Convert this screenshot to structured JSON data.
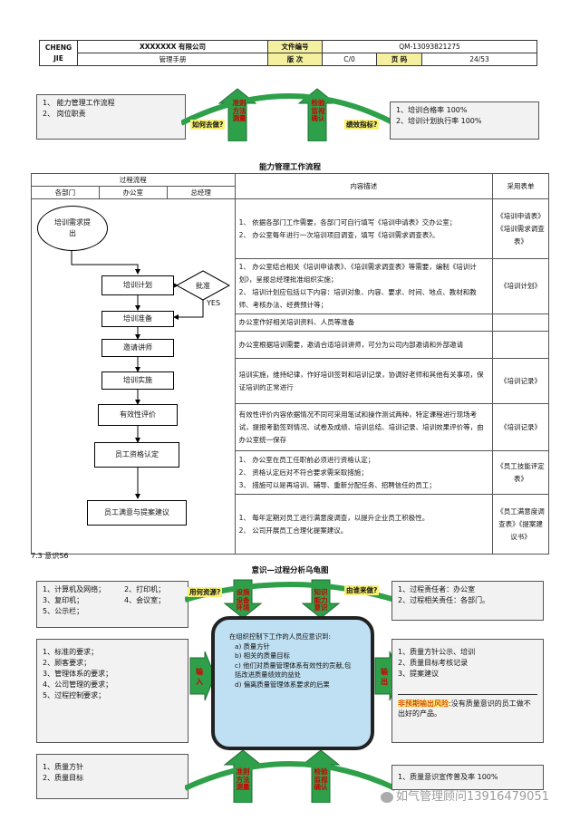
{
  "header": {
    "logo1": "CHENG",
    "logo2": "JIE",
    "company": "XXXXXXX 有限公司",
    "doc_no_label": "文件编号",
    "doc_no": "QM-13093821275",
    "manual": "管理手册",
    "version_label": "版 次",
    "version": "C/0",
    "page_label": "页 码",
    "page": "24/53"
  },
  "top_section": {
    "left_items": [
      "1、 能力管理工作流程",
      "2、 岗位职责"
    ],
    "arrow_left": [
      "准则",
      "方法",
      "测量"
    ],
    "how_label": "如何去做?",
    "arrow_right": [
      "检验",
      "监视",
      "确认"
    ],
    "kpi_label": "绩效指标?",
    "right_items": [
      "1、培训合格率 100%",
      "2、培训计划执行率 100%"
    ]
  },
  "flow_title": "能力管理工作流程",
  "flow_table": {
    "proc_header": "过程流程",
    "col_depts": "各部门",
    "col_office": "办公室",
    "col_gm": "总经理",
    "desc_header": "内容描述",
    "form_header": "采用表单",
    "nodes": {
      "start": "培训需求提出",
      "plan": "培训计划",
      "approve": "批准",
      "yes": "YES",
      "prep": "培训准备",
      "invite": "邀请讲师",
      "impl": "培训实施",
      "eval": "有效性评价",
      "qual": "员工资格认定",
      "survey": "员工满意与提案建议"
    },
    "rows": [
      {
        "desc": [
          "1、 依据各部门工作需要，各部门可自行填写《培训申请表》交办公室；",
          "2、 办公室每年进行一次培训项目调查，填写《培训需求调查表》。"
        ],
        "form": "《培训申请表》《培训需求调查表》"
      },
      {
        "desc": [
          "1、 办公室结合相关《培训申请表》、《培训需求调查表》等需要，编制《培训计划》，呈报总经理批准组织实施；",
          "2、 培训计划应包括以下内容：培训对象、内容、要求、时间、地点、教材和教师、考核办法、经费预计等；"
        ],
        "form": "《培训计划》"
      },
      {
        "desc": [
          "办公室作好相关培训资料、人员等准备"
        ],
        "form": ""
      },
      {
        "desc": [
          "办公室根据培训需要，邀请合适培训讲师，可分为公司内部邀请和外部邀请"
        ],
        "form": ""
      },
      {
        "desc": [
          "培训实施，维持纪律，作好培训签到和培训记录，协调好老师和其他有关事项，保证培训的正常进行"
        ],
        "form": "《培训记录》"
      },
      {
        "desc": [
          "有效性评价内容依据情况不同可采用笔试和操作测试两种，特定课程进行现场考试，提报考勤签到情况、试卷及成绩、培训总结、培训记录、培训效果评价等，由办公室统一保存"
        ],
        "form": "《培训记录》"
      },
      {
        "desc": [
          "1、 办公室在员工任职前必须进行资格认定；",
          "2、 资格认定后对不符合要求需采取措施；",
          "3、 措施可以是再培训、辅导、重新分配任务、招聘信任的员工；"
        ],
        "form": "《员工技能评定表》"
      },
      {
        "desc": [
          "1、 每年定期对员工进行满意度调查，以提升企业员工积极性。",
          "2、 公司开展员工合理化提案建议。"
        ],
        "form": "《员工满意度调查表》《提案建议书》"
      }
    ]
  },
  "section_label": "7.3 意识S6",
  "turtle": {
    "title": "意识—过程分析乌龟图",
    "tl_items": [
      "1、计算机及网络；",
      "2、打印机；",
      "3、复印机；",
      "4、会议室；",
      "5、公示栏；"
    ],
    "resources_label": "用何资源?",
    "arrow_res": [
      "设施",
      "设备",
      "环境"
    ],
    "arrow_know": [
      "知识",
      "能力",
      "意识"
    ],
    "who_label": "由谁来做?",
    "tr_items": [
      "1、过程责任者：办公室",
      "2、过程相关责任：各部门。"
    ],
    "ml_items": [
      "1、标准的要求；",
      "2、顾客要求；",
      "3、管理体系的要求；",
      "4、公司管理的要求；",
      "5、过程控制要求；"
    ],
    "input_label": "输入",
    "center_intro": "在组织控制下工作的人员应意识到:",
    "center_items": [
      "a) 质量方针",
      "b) 相关的质量目标",
      "c) 他们对质量管理体系有效性的贡献,包括改进质量绩效的益处",
      "d) 偏离质量管理体系要求的后果"
    ],
    "output_label": "输出",
    "mr_items": [
      "1、质量方针公示、培训",
      "2、质量目标考核记录",
      "3、提案建议"
    ],
    "mr_risk": "非预期输出风险",
    "mr_risk_rest": ":没有质量意识的员工做不出好的产品。",
    "bl_items": [
      "1、质量方针",
      "2、质量目标"
    ],
    "arrow_bl": [
      "准则",
      "方法",
      "测量"
    ],
    "arrow_br": [
      "检验",
      "监视",
      "确认"
    ],
    "br_items": [
      "1、质量意识宣传普及率 100%"
    ]
  },
  "watermark": "如气管理顾问13916479051"
}
